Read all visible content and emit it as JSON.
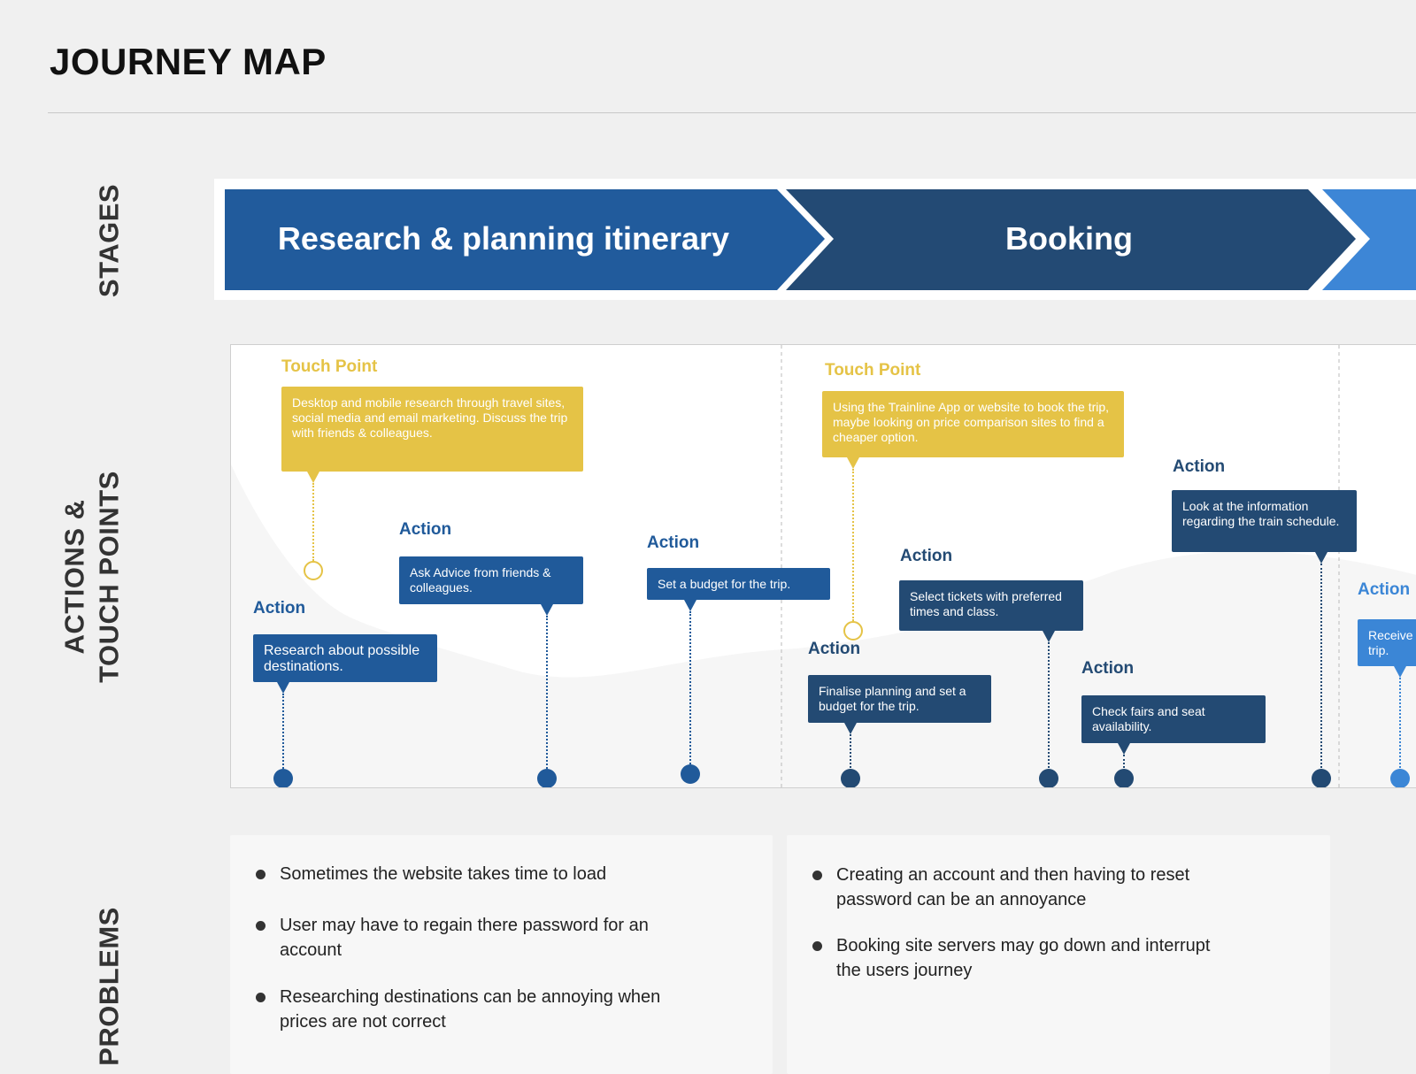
{
  "title": "JOURNEY MAP",
  "row_labels": {
    "stages": "STAGES",
    "actions_line1": "ACTIONS &",
    "actions_line2": "TOUCH POINTS",
    "problems": "PROBLEMS"
  },
  "colors": {
    "stage1": "#215b9c",
    "stage2": "#234a74",
    "stage3": "#3d86d6",
    "touch": "#e5c346",
    "action1": "#205a9a",
    "action2": "#234a73",
    "action3": "#3b86d6",
    "background": "#f0f0f0"
  },
  "stages": [
    "Research & planning itinerary",
    "Booking"
  ],
  "callouts": [
    {
      "type": "touch",
      "label": "Touch Point",
      "text": "Desktop and mobile research through travel sites, social media and email marketing. Discuss the trip with friends & colleagues."
    },
    {
      "type": "action",
      "label": "Action",
      "text": "Research about possible destinations."
    },
    {
      "type": "action",
      "label": "Action",
      "text": "Ask Advice from friends & colleagues."
    },
    {
      "type": "action",
      "label": "Action",
      "text": "Set a budget for the trip."
    },
    {
      "type": "touch",
      "label": "Touch Point",
      "text": "Using the Trainline App or website to book the trip, maybe looking on price comparison sites to find a cheaper option."
    },
    {
      "type": "action",
      "label": "Action",
      "text": "Finalise planning and set a budget for the trip."
    },
    {
      "type": "action",
      "label": "Action",
      "text": "Select tickets with preferred times and class."
    },
    {
      "type": "action",
      "label": "Action",
      "text": "Check fairs and seat availability."
    },
    {
      "type": "action",
      "label": "Action",
      "text": "Look at the information regarding the train schedule."
    },
    {
      "type": "action",
      "label": "Action",
      "text": "Receive trip."
    }
  ],
  "problems": [
    [
      "Sometimes the website takes time to load",
      "User may have to regain there password for an account",
      "Researching destinations can be annoying when prices are not correct"
    ],
    [
      "Creating an account and then having to reset password can be an annoyance",
      "Booking site servers may go down and interrupt the users journey"
    ]
  ]
}
